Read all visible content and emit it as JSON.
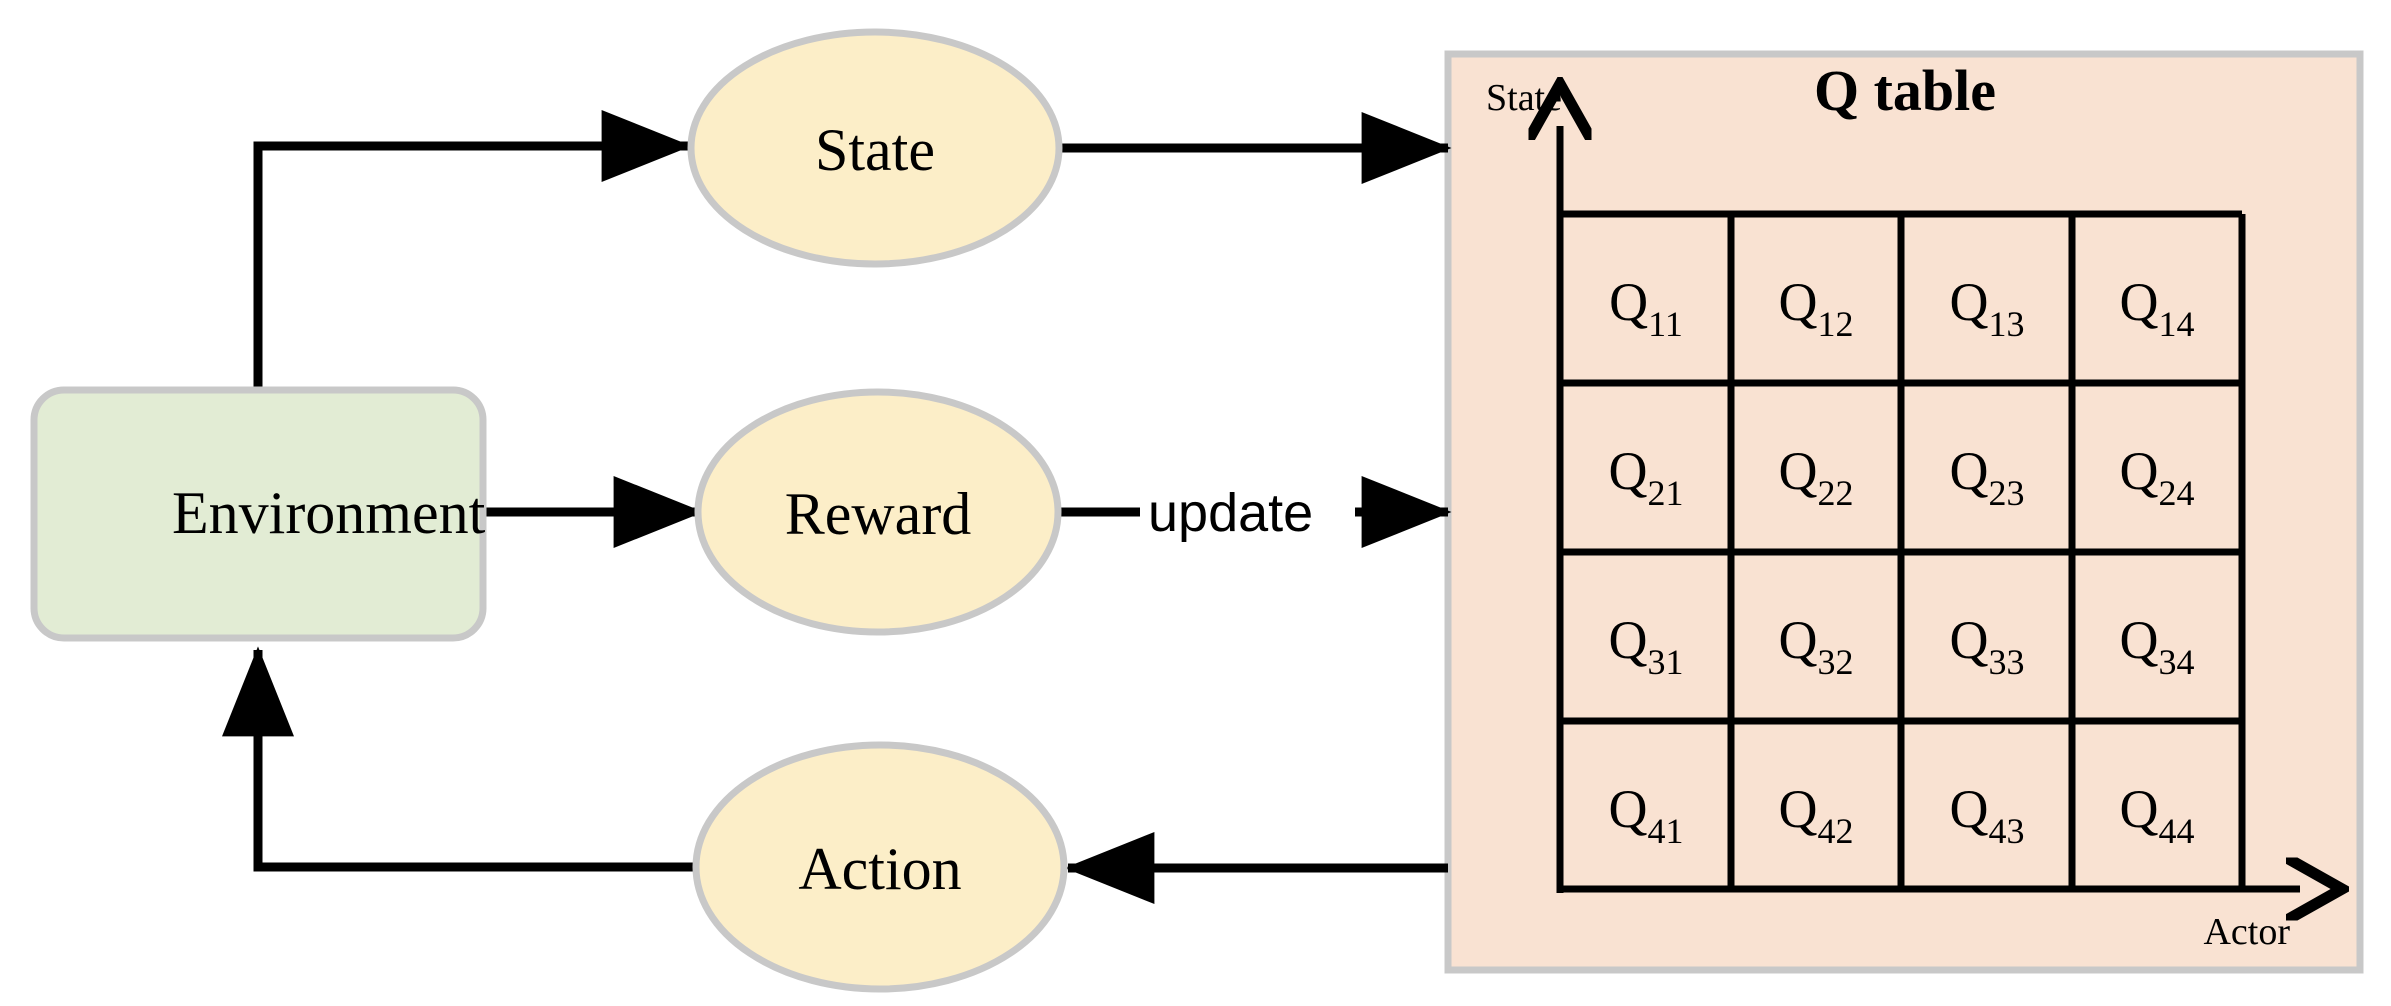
{
  "diagram": {
    "title_visible": false,
    "colors": {
      "ellipse_fill": "#fceec8",
      "ellipse_stroke": "#c8c8c8",
      "box_fill": "#e2ecd4",
      "box_stroke": "#c8c8c8",
      "panel_fill": "#f9e2d2",
      "panel_stroke": "#c8c8c8",
      "line": "#000000",
      "grid_line": "#000000",
      "text": "#000000"
    },
    "environment": {
      "label": "Environment"
    },
    "nodes": [
      {
        "id": "state",
        "label": "State"
      },
      {
        "id": "reward",
        "label": "Reward"
      },
      {
        "id": "action",
        "label": "Action"
      }
    ],
    "edges": [
      {
        "id": "env-to-state",
        "label": ""
      },
      {
        "id": "state-to-qtable",
        "label": ""
      },
      {
        "id": "env-to-reward",
        "label": ""
      },
      {
        "id": "reward-to-qtable",
        "label": "update"
      },
      {
        "id": "qtable-to-action",
        "label": ""
      },
      {
        "id": "action-to-env",
        "label": ""
      }
    ],
    "qtable": {
      "title": "Q table",
      "y_axis_label": "State",
      "x_axis_label": "Actor",
      "rows": [
        [
          {
            "base": "Q",
            "sub": "11"
          },
          {
            "base": "Q",
            "sub": "12"
          },
          {
            "base": "Q",
            "sub": "13"
          },
          {
            "base": "Q",
            "sub": "14"
          }
        ],
        [
          {
            "base": "Q",
            "sub": "21"
          },
          {
            "base": "Q",
            "sub": "22"
          },
          {
            "base": "Q",
            "sub": "23"
          },
          {
            "base": "Q",
            "sub": "24"
          }
        ],
        [
          {
            "base": "Q",
            "sub": "31"
          },
          {
            "base": "Q",
            "sub": "32"
          },
          {
            "base": "Q",
            "sub": "33"
          },
          {
            "base": "Q",
            "sub": "34"
          }
        ],
        [
          {
            "base": "Q",
            "sub": "41"
          },
          {
            "base": "Q",
            "sub": "42"
          },
          {
            "base": "Q",
            "sub": "43"
          },
          {
            "base": "Q",
            "sub": "44"
          }
        ]
      ]
    }
  }
}
